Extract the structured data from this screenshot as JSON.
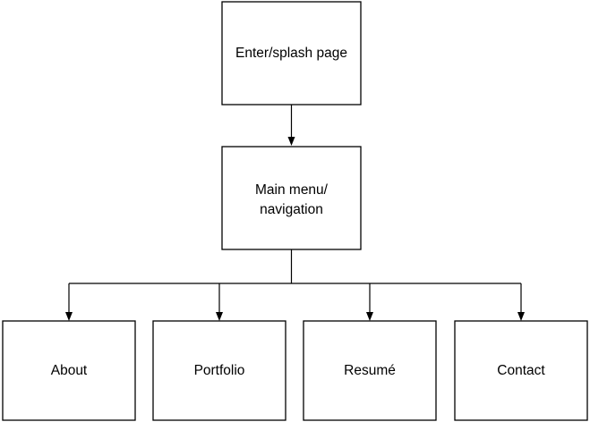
{
  "nodes": {
    "splash": {
      "label_lines": [
        "Enter/splash page"
      ]
    },
    "main_menu": {
      "label_lines": [
        "Main menu/",
        "navigation"
      ]
    },
    "about": {
      "label_lines": [
        "About"
      ]
    },
    "portfolio": {
      "label_lines": [
        "Portfolio"
      ]
    },
    "resume": {
      "label_lines": [
        "Resumé"
      ]
    },
    "contact": {
      "label_lines": [
        "Contact"
      ]
    }
  },
  "edges": [
    {
      "from": "splash",
      "to": "main_menu"
    },
    {
      "from": "main_menu",
      "to": "about"
    },
    {
      "from": "main_menu",
      "to": "portfolio"
    },
    {
      "from": "main_menu",
      "to": "resume"
    },
    {
      "from": "main_menu",
      "to": "contact"
    }
  ]
}
